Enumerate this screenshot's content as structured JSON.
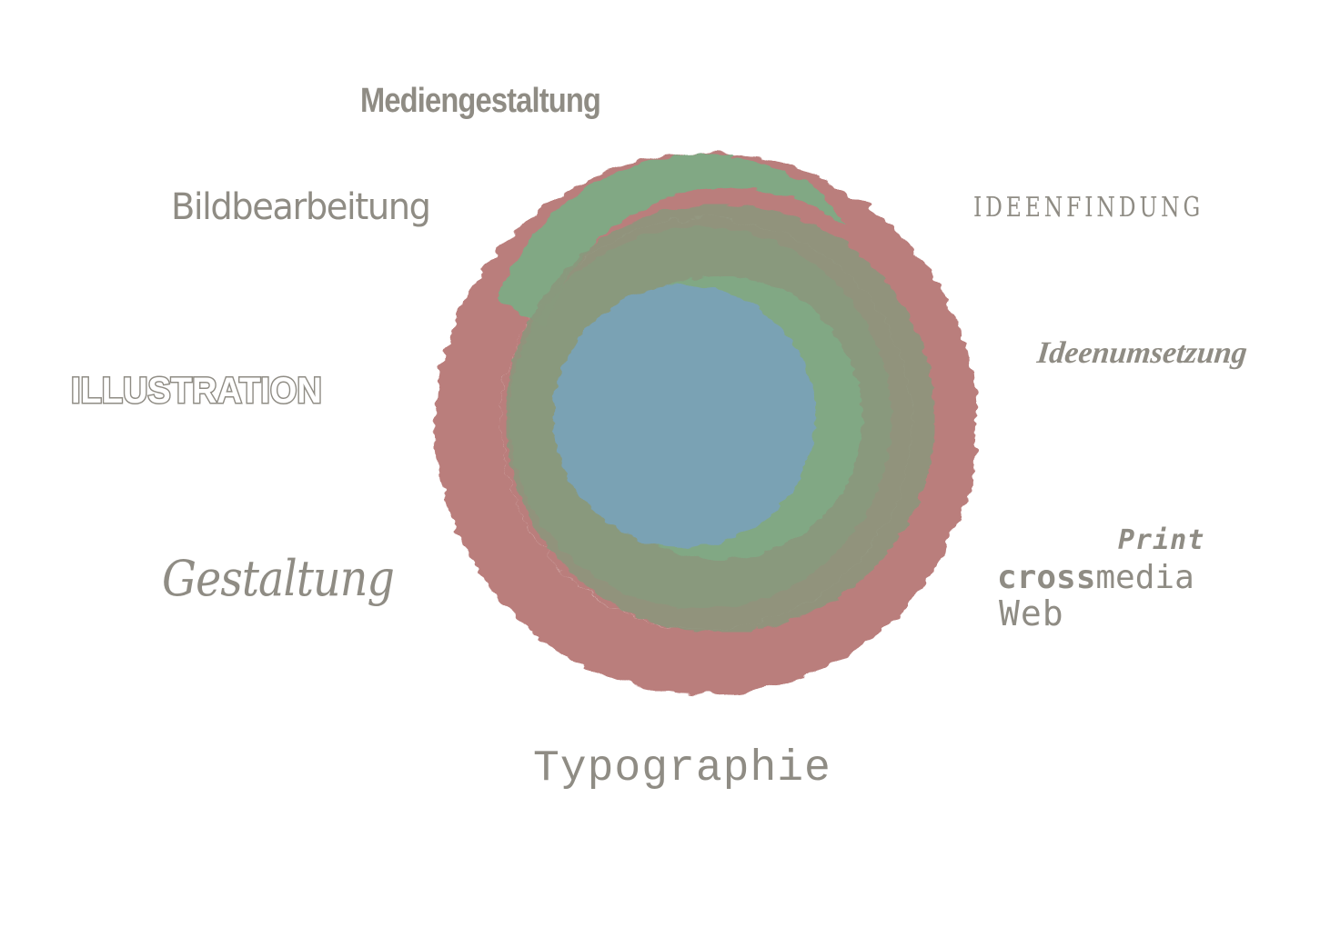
{
  "colors": {
    "text": "#8f8c84",
    "outer_ring": "#b87a78",
    "middle_ring": "#7daa84",
    "inner_disc": "#7aa2b4",
    "background": "#ffffff"
  },
  "words": {
    "mediengestaltung": "Mediengestaltung",
    "bildbearbeitung": "Bildbearbeitung",
    "ideenfindung": "IDEENFINDUNG",
    "ideenumsetzung": "Ideenumsetzung",
    "illustration": "ILLUSTRATION",
    "gestaltung": "Gestaltung",
    "print": "Print",
    "cross": "cross",
    "media": "media",
    "web": "Web",
    "typographie": "Typographie"
  }
}
